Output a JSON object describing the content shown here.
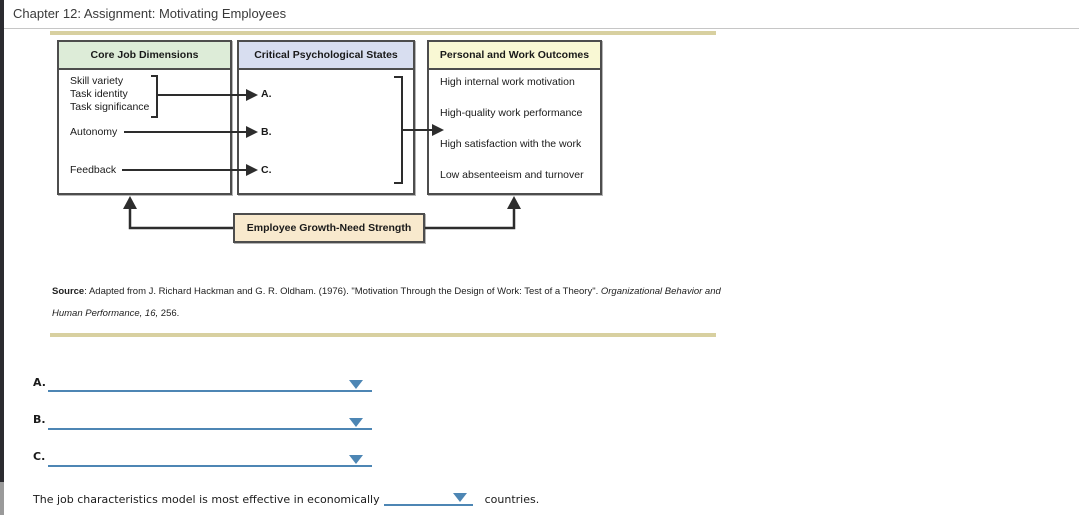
{
  "window": {
    "title": "Chapter 12: Assignment: Motivating Employees"
  },
  "diagram": {
    "core": {
      "title": "Core Job Dimensions",
      "skills": [
        "Skill variety",
        "Task identity",
        "Task significance"
      ],
      "autonomy": "Autonomy",
      "feedback": "Feedback"
    },
    "states": {
      "title": "Critical Psychological States",
      "a": "A.",
      "b": "B.",
      "c": "C."
    },
    "outcomes": {
      "title": "Personal and Work Outcomes",
      "items": [
        "High internal work motivation",
        "High-quality work performance",
        "High satisfaction with the work",
        "Low absenteeism and turnover"
      ]
    },
    "growth": {
      "label": "Employee Growth-Need Strength"
    }
  },
  "source": {
    "label": "Source",
    "line1_text": ": Adapted from J. Richard Hackman and G. R. Oldham. (1976). \"Motivation Through the Design of Work: Test of a Theory\". ",
    "line1_italic": "Organizational Behavior and",
    "line2_italic": "Human Performance, 16,",
    "line2_tail": " 256."
  },
  "questions": {
    "a_label": "A.",
    "b_label": "B.",
    "c_label": "C."
  },
  "bottom": {
    "before": "The job characteristics model is most effective in economically",
    "after": "countries."
  },
  "colors": {
    "accent_blue": "#4d86b4",
    "divider_tan": "#d8d0a0",
    "core_header_green": "#ddecd8",
    "states_header_lavender": "#d8def0",
    "outcomes_header_yellow": "#f9f8d4",
    "growth_cream": "#f8e9cd",
    "diagram_border": "#4d4d4d"
  }
}
